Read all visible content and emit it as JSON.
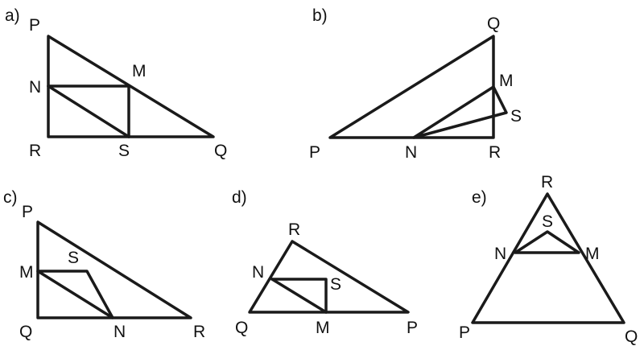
{
  "figures": [
    {
      "label": "a)",
      "points": {
        "P": "P",
        "N": "N",
        "M": "M",
        "R": "R",
        "S": "S",
        "Q": "Q"
      }
    },
    {
      "label": "b)",
      "points": {
        "Q": "Q",
        "M": "M",
        "S": "S",
        "P": "P",
        "N": "N",
        "R": "R"
      }
    },
    {
      "label": "c)",
      "points": {
        "P": "P",
        "M": "M",
        "S": "S",
        "Q": "Q",
        "N": "N",
        "R": "R"
      }
    },
    {
      "label": "d)",
      "points": {
        "R": "R",
        "N": "N",
        "S": "S",
        "Q": "Q",
        "M": "M",
        "P": "P"
      }
    },
    {
      "label": "e)",
      "points": {
        "R": "R",
        "S": "S",
        "N": "N",
        "M": "M",
        "P": "P",
        "Q": "Q"
      }
    }
  ]
}
